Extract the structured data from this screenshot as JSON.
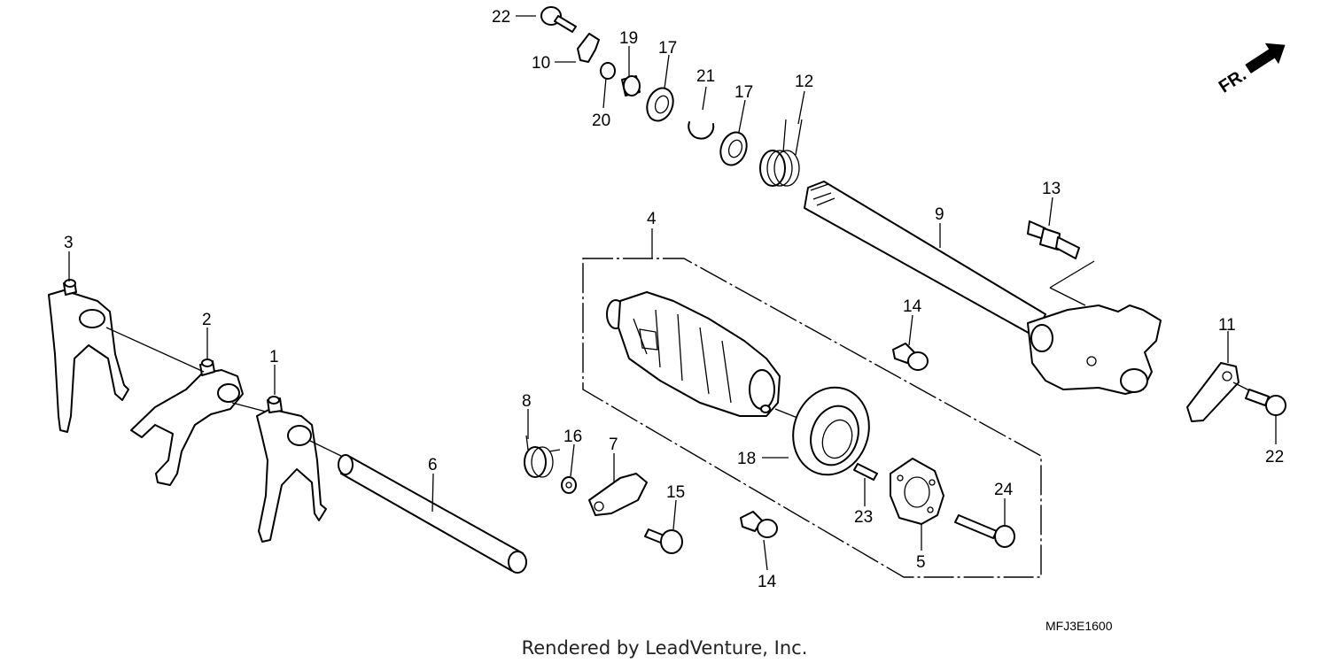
{
  "diagram": {
    "callouts": [
      {
        "id": "c22a",
        "label": "22"
      },
      {
        "id": "c10",
        "label": "10"
      },
      {
        "id": "c19",
        "label": "19"
      },
      {
        "id": "c20",
        "label": "20"
      },
      {
        "id": "c17a",
        "label": "17"
      },
      {
        "id": "c21",
        "label": "21"
      },
      {
        "id": "c17b",
        "label": "17"
      },
      {
        "id": "c12",
        "label": "12"
      },
      {
        "id": "c13",
        "label": "13"
      },
      {
        "id": "c9",
        "label": "9"
      },
      {
        "id": "c4",
        "label": "4"
      },
      {
        "id": "c14a",
        "label": "14"
      },
      {
        "id": "c11",
        "label": "11"
      },
      {
        "id": "c22b",
        "label": "22"
      },
      {
        "id": "c3",
        "label": "3"
      },
      {
        "id": "c2",
        "label": "2"
      },
      {
        "id": "c1",
        "label": "1"
      },
      {
        "id": "c6",
        "label": "6"
      },
      {
        "id": "c8",
        "label": "8"
      },
      {
        "id": "c16",
        "label": "16"
      },
      {
        "id": "c7",
        "label": "7"
      },
      {
        "id": "c15",
        "label": "15"
      },
      {
        "id": "c18",
        "label": "18"
      },
      {
        "id": "c23",
        "label": "23"
      },
      {
        "id": "c5",
        "label": "5"
      },
      {
        "id": "c24",
        "label": "24"
      },
      {
        "id": "c14b",
        "label": "14"
      }
    ],
    "front_marker": "FR.",
    "diagram_code": "MFJ3E1600",
    "footer": "Rendered by LeadVenture, Inc."
  }
}
